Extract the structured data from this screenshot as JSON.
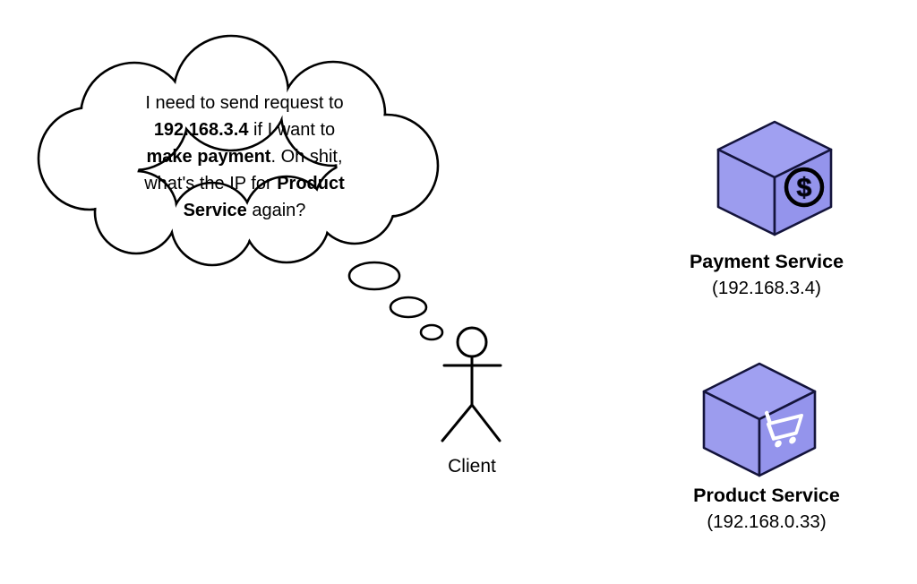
{
  "thought_bubble": {
    "lines": [
      [
        {
          "t": "I need to send request to"
        }
      ],
      [
        {
          "t": "192.168.3.4",
          "b": true
        },
        {
          "t": " if I want to"
        }
      ],
      [
        {
          "t": "make payment",
          "b": true
        },
        {
          "t": ". Oh shit,"
        }
      ],
      [
        {
          "t": "what's the IP for "
        },
        {
          "t": "Product",
          "b": true
        }
      ],
      [
        {
          "t": "Service",
          "b": true
        },
        {
          "t": " again?"
        }
      ]
    ]
  },
  "client": {
    "label": "Client"
  },
  "services": [
    {
      "name": "Payment Service",
      "ip": "(192.168.3.4)",
      "icon": "dollar-icon",
      "icon_glyph": "$"
    },
    {
      "name": "Product Service",
      "ip": "(192.168.0.33)",
      "icon": "cart-icon"
    }
  ],
  "colors": {
    "line": "#000000",
    "cube_outline": "#14143c",
    "cube_top": "#a0a0f1",
    "cube_left": "#9c9cee",
    "cube_right": "#9494ec",
    "icon_on_cube": "#ffffff"
  }
}
